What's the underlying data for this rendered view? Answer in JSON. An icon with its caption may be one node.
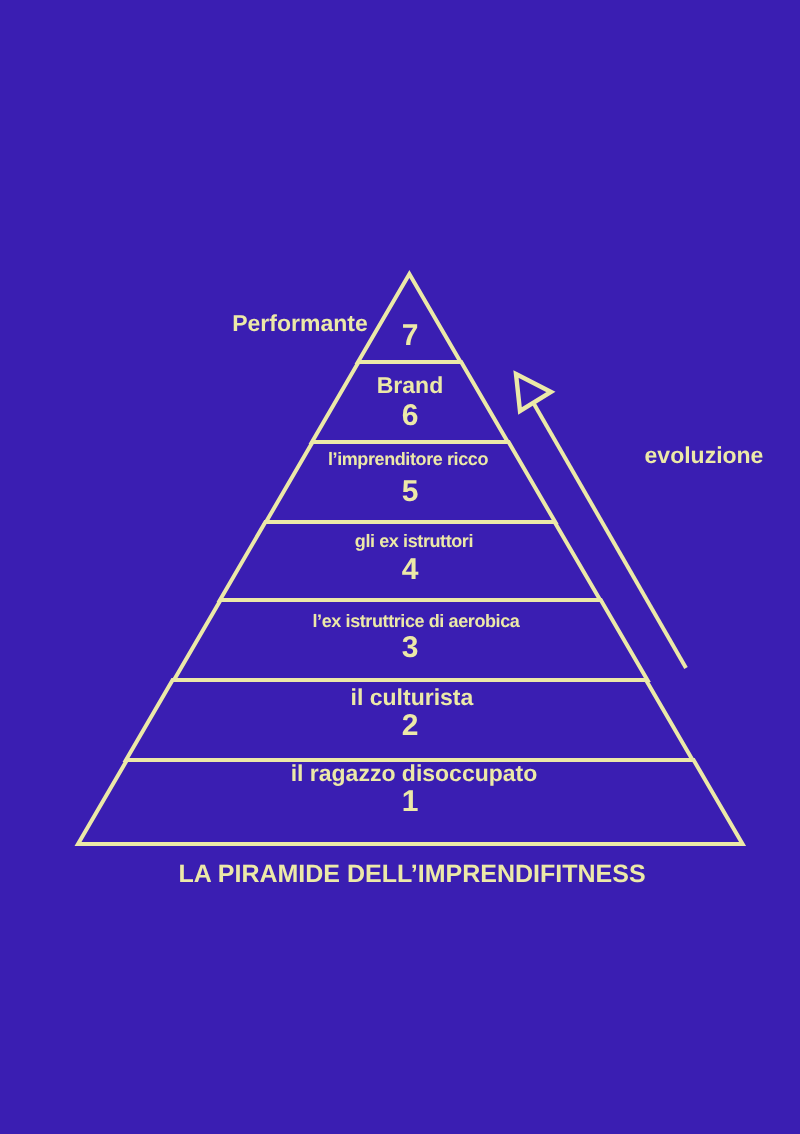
{
  "diagram": {
    "title": "LA PIRAMIDE DELL’IMPRENDIFITNESS",
    "nodes": [
      {
        "text": [
          "Performante",
          "7"
        ]
      },
      {
        "text": [
          "Brand",
          "6"
        ]
      },
      {
        "text": [
          "l’imprenditore ricco",
          "5"
        ]
      },
      {
        "text": [
          "gli ex istruttori",
          "4"
        ]
      },
      {
        "text": [
          "l’ex istruttrice di aerobica",
          "3"
        ]
      },
      {
        "text": [
          "il culturista",
          "2"
        ]
      },
      {
        "text": [
          "il ragazzo disoccupato",
          "1"
        ]
      }
    ],
    "labels": [
      "evoluzione"
    ]
  }
}
